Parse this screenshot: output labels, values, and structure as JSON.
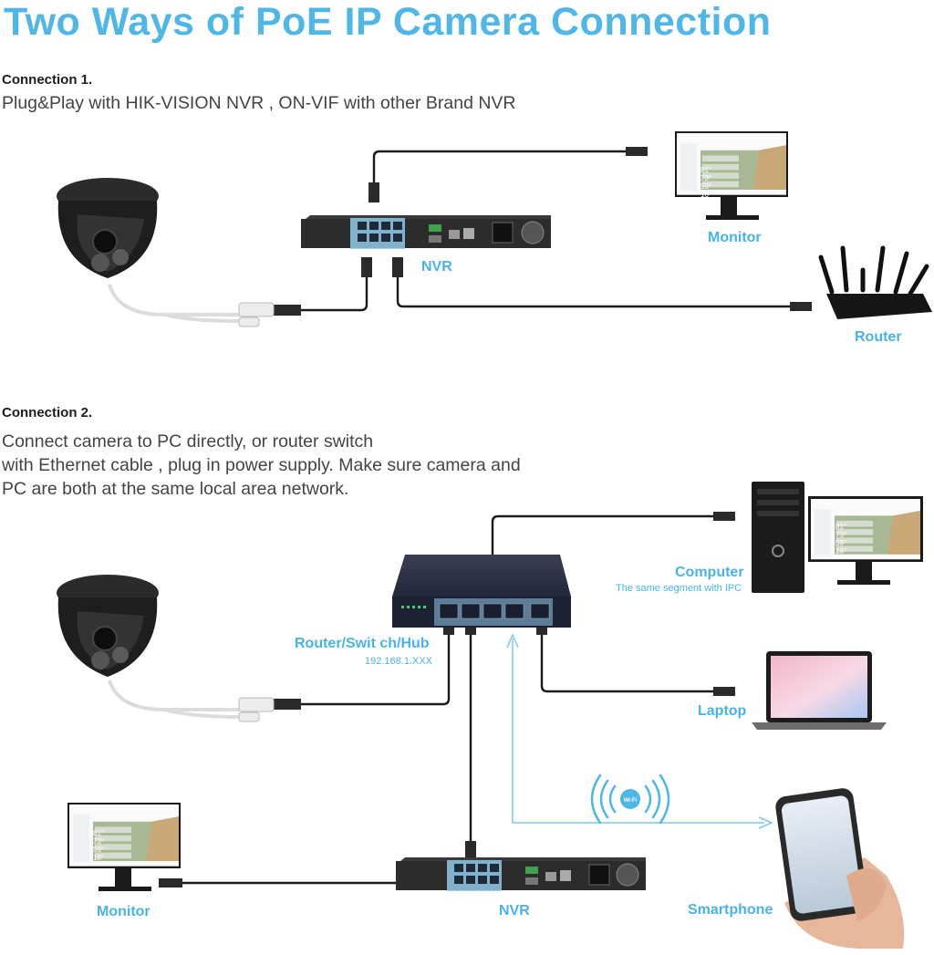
{
  "title": "Two Ways of PoE IP Camera Connection",
  "connection1": {
    "heading": "Connection 1.",
    "description": "Plug&Play with HIK-VISION NVR , ON-VIF with other Brand NVR",
    "labels": {
      "nvr": "NVR",
      "monitor": "Monitor",
      "router": "Router"
    }
  },
  "connection2": {
    "heading": "Connection 2.",
    "description_lines": [
      "Connect camera to PC directly, or router switch",
      "with Ethernet cable , plug in power supply. Make sure camera and",
      "PC are both at the same local area network."
    ],
    "labels": {
      "switch": "Router/Swit ch/Hub",
      "switch_ip": "192.168.1.XXX",
      "computer": "Computer",
      "computer_note": "The same segment with IPC",
      "laptop": "Laptop",
      "monitor": "Monitor",
      "nvr": "NVR",
      "smartphone": "Smartphone",
      "wifi": "Wi-Fi"
    }
  },
  "screen_readings": [
    "81°",
    "73°",
    "59°",
    "16°"
  ],
  "colors": {
    "accent": "#4fb6e8",
    "cable": "#1a1a1a",
    "wifi_line": "#7fc8ee",
    "nvr_port": "#8fc9ea"
  }
}
